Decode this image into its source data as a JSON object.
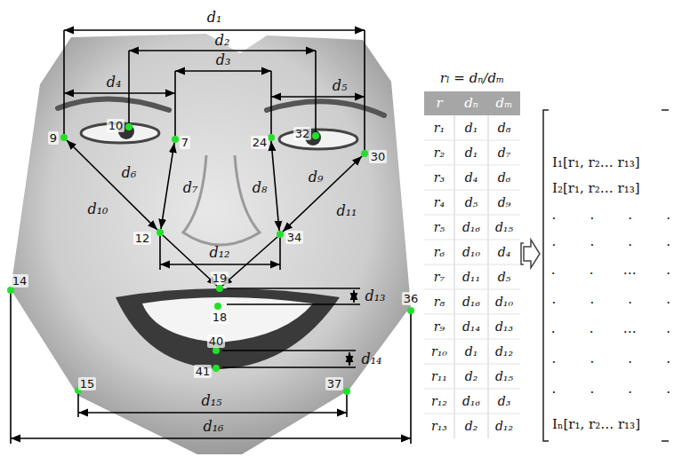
{
  "diagram": {
    "labels": [
      "d₁",
      "d₂",
      "d₃",
      "d₄",
      "d₅",
      "10",
      "32",
      "9",
      "7",
      "24",
      "30",
      "d₆",
      "d₇",
      "d₈",
      "d₉",
      "d₁₀",
      "d₁₁",
      "12",
      "34",
      "d₁₂",
      "19",
      "d₁₃",
      "18",
      "14",
      "36",
      "40",
      "d₁₄",
      "41",
      "15",
      "37",
      "d₁₅",
      "d₁₆",
      "rₗ = dₙ/dₘ",
      "r",
      "dₙ",
      "dₘ",
      "r₁",
      "d₁",
      "d₈",
      "r₂",
      "d₁",
      "d₇",
      "r₃",
      "d₄",
      "d₆",
      "r₄",
      "d₅",
      "d₉",
      "r₅",
      "d₁₆",
      "d₁₅",
      "r₆",
      "d₁₀",
      "d₄",
      "r₇",
      "d₁₁",
      "d₅",
      "r₈",
      "d₁₆",
      "d₁₀",
      "r₉",
      "d₁₄",
      "d₁₃",
      "r₁₀",
      "d₁",
      "d₁₂",
      "r₁₁",
      "d₂",
      "d₁₅",
      "r₁₂",
      "d₁₆",
      "d₃",
      "r₁₃",
      "d₂",
      "d₁₂",
      "I₁[r₁, r₂… r₁₃]",
      "I₂[r₁, r₂… r₁₃]",
      ".        .        .        .",
      ".        .        .        .",
      ".        .       …       .",
      ".        .        .        .",
      ".        .       …       .",
      ".        .        .        .",
      ".        .        .        .",
      "Iₙ[r₁, r₂… r₁₃]"
    ]
  }
}
